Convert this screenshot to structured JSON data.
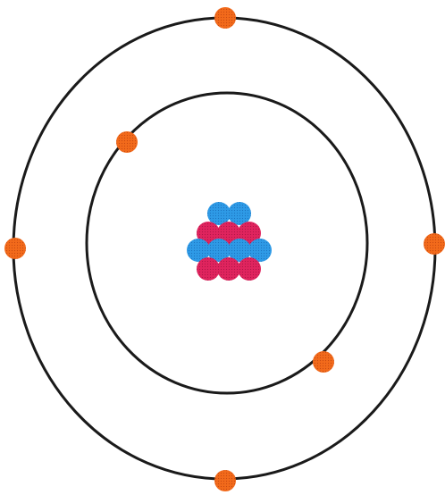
{
  "diagram": {
    "kind": "atom-model",
    "shell_count": 2,
    "electrons_per_shell": [
      2,
      4
    ],
    "nucleus": {
      "protons": 6,
      "neutrons": 6
    },
    "colors": {
      "background": "#ffffff",
      "orbit": "#1a1a1a",
      "electron": "#f26a1b",
      "proton": "#e0245e",
      "neutron": "#2e9ae6"
    }
  }
}
